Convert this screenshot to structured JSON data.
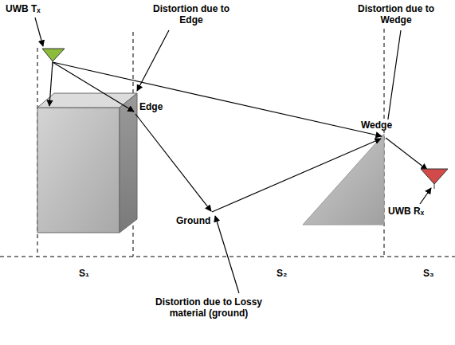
{
  "diagram": {
    "labels": [
      "UWB Tₓ",
      "Distortion due to Edge",
      "Distortion due to Wedge",
      "Edge",
      "Wedge",
      "Ground",
      "UWB Rₓ",
      "S₁",
      "S₂",
      "S₃",
      "Distortion due to Lossy material (ground)"
    ]
  }
}
